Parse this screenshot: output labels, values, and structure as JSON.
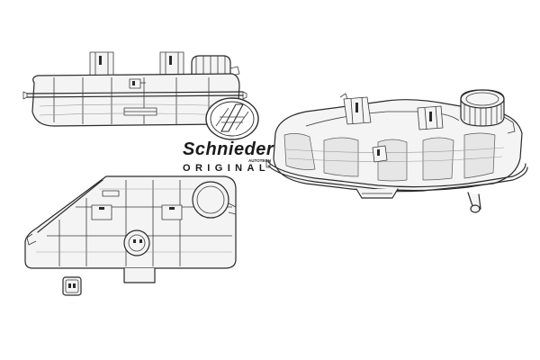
{
  "brand": {
    "name": "Schnieder",
    "sub": "AUTOTECH",
    "tagline": "ORIGINAL"
  },
  "colors": {
    "line": "#2a2a2a",
    "body": "#f4f4f4",
    "rib": "#e6e6e6"
  }
}
